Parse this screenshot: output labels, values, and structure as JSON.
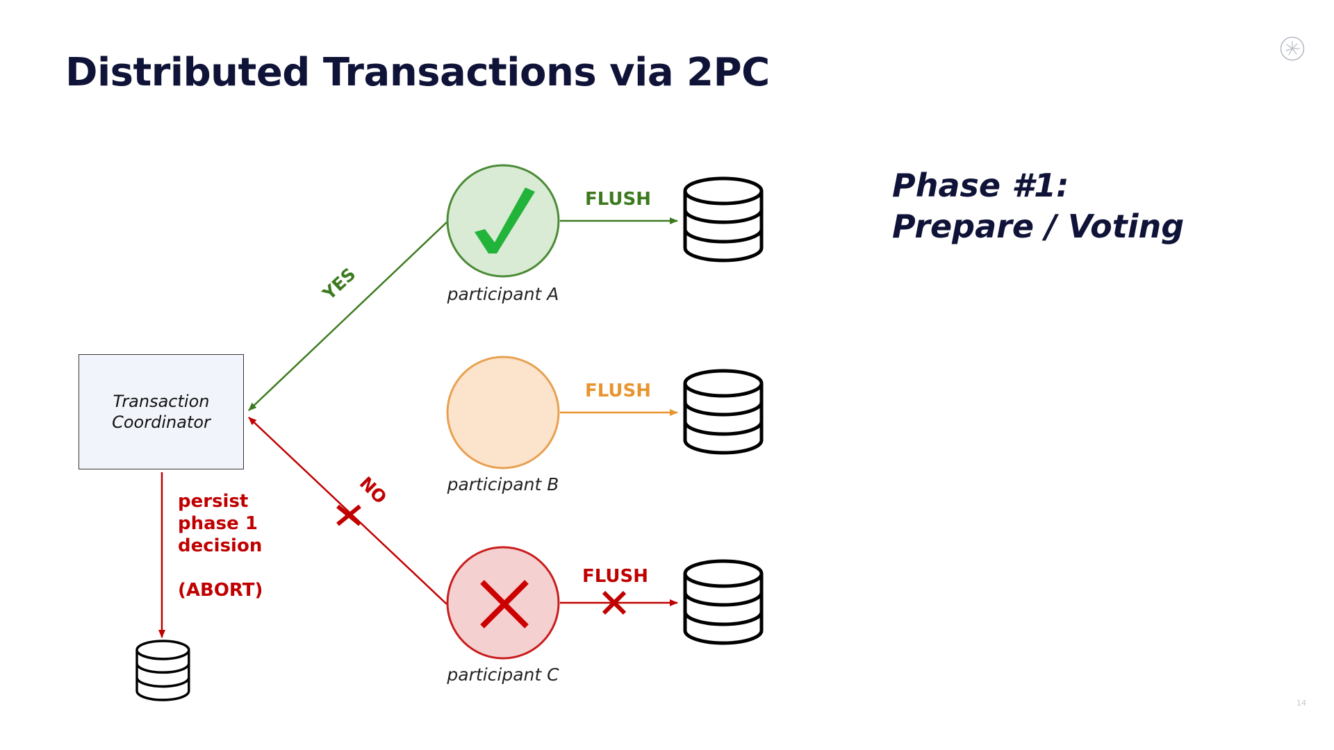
{
  "slide": {
    "title": "Distributed Transactions via 2PC",
    "phase_line1": "Phase #1:",
    "phase_line2": "Prepare / Voting",
    "page_number": "14"
  },
  "coordinator": {
    "line1": "Transaction",
    "line2": "Coordinator",
    "decision_line1": "persist",
    "decision_line2": "phase 1",
    "decision_line3": "decision",
    "decision_line4": "(ABORT)"
  },
  "participants": [
    {
      "label": "participant A",
      "vote": "YES",
      "flush_label": "FLUSH",
      "state": "ok",
      "color": "#3d7a1f",
      "fill": "#d9ebd4",
      "stroke": "#4a8a35",
      "mark_color": "#22b33a"
    },
    {
      "label": "participant B",
      "vote": "",
      "flush_label": "FLUSH",
      "state": "pending",
      "color": "#e8952f",
      "fill": "#fce3cc",
      "stroke": "#e8a050"
    },
    {
      "label": "participant C",
      "vote": "NO",
      "flush_label": "FLUSH",
      "state": "fail",
      "color": "#c00000",
      "fill": "#f5d0d0",
      "stroke": "#c91c1c",
      "mark_color": "#cc0000"
    }
  ],
  "colors": {
    "title": "#101338",
    "abort": "#c00000",
    "logo": "#b5b9c4"
  },
  "icons": {
    "check": "check-icon",
    "cross": "cross-icon",
    "database": "database-icon",
    "logo": "starburst-logo-icon"
  }
}
